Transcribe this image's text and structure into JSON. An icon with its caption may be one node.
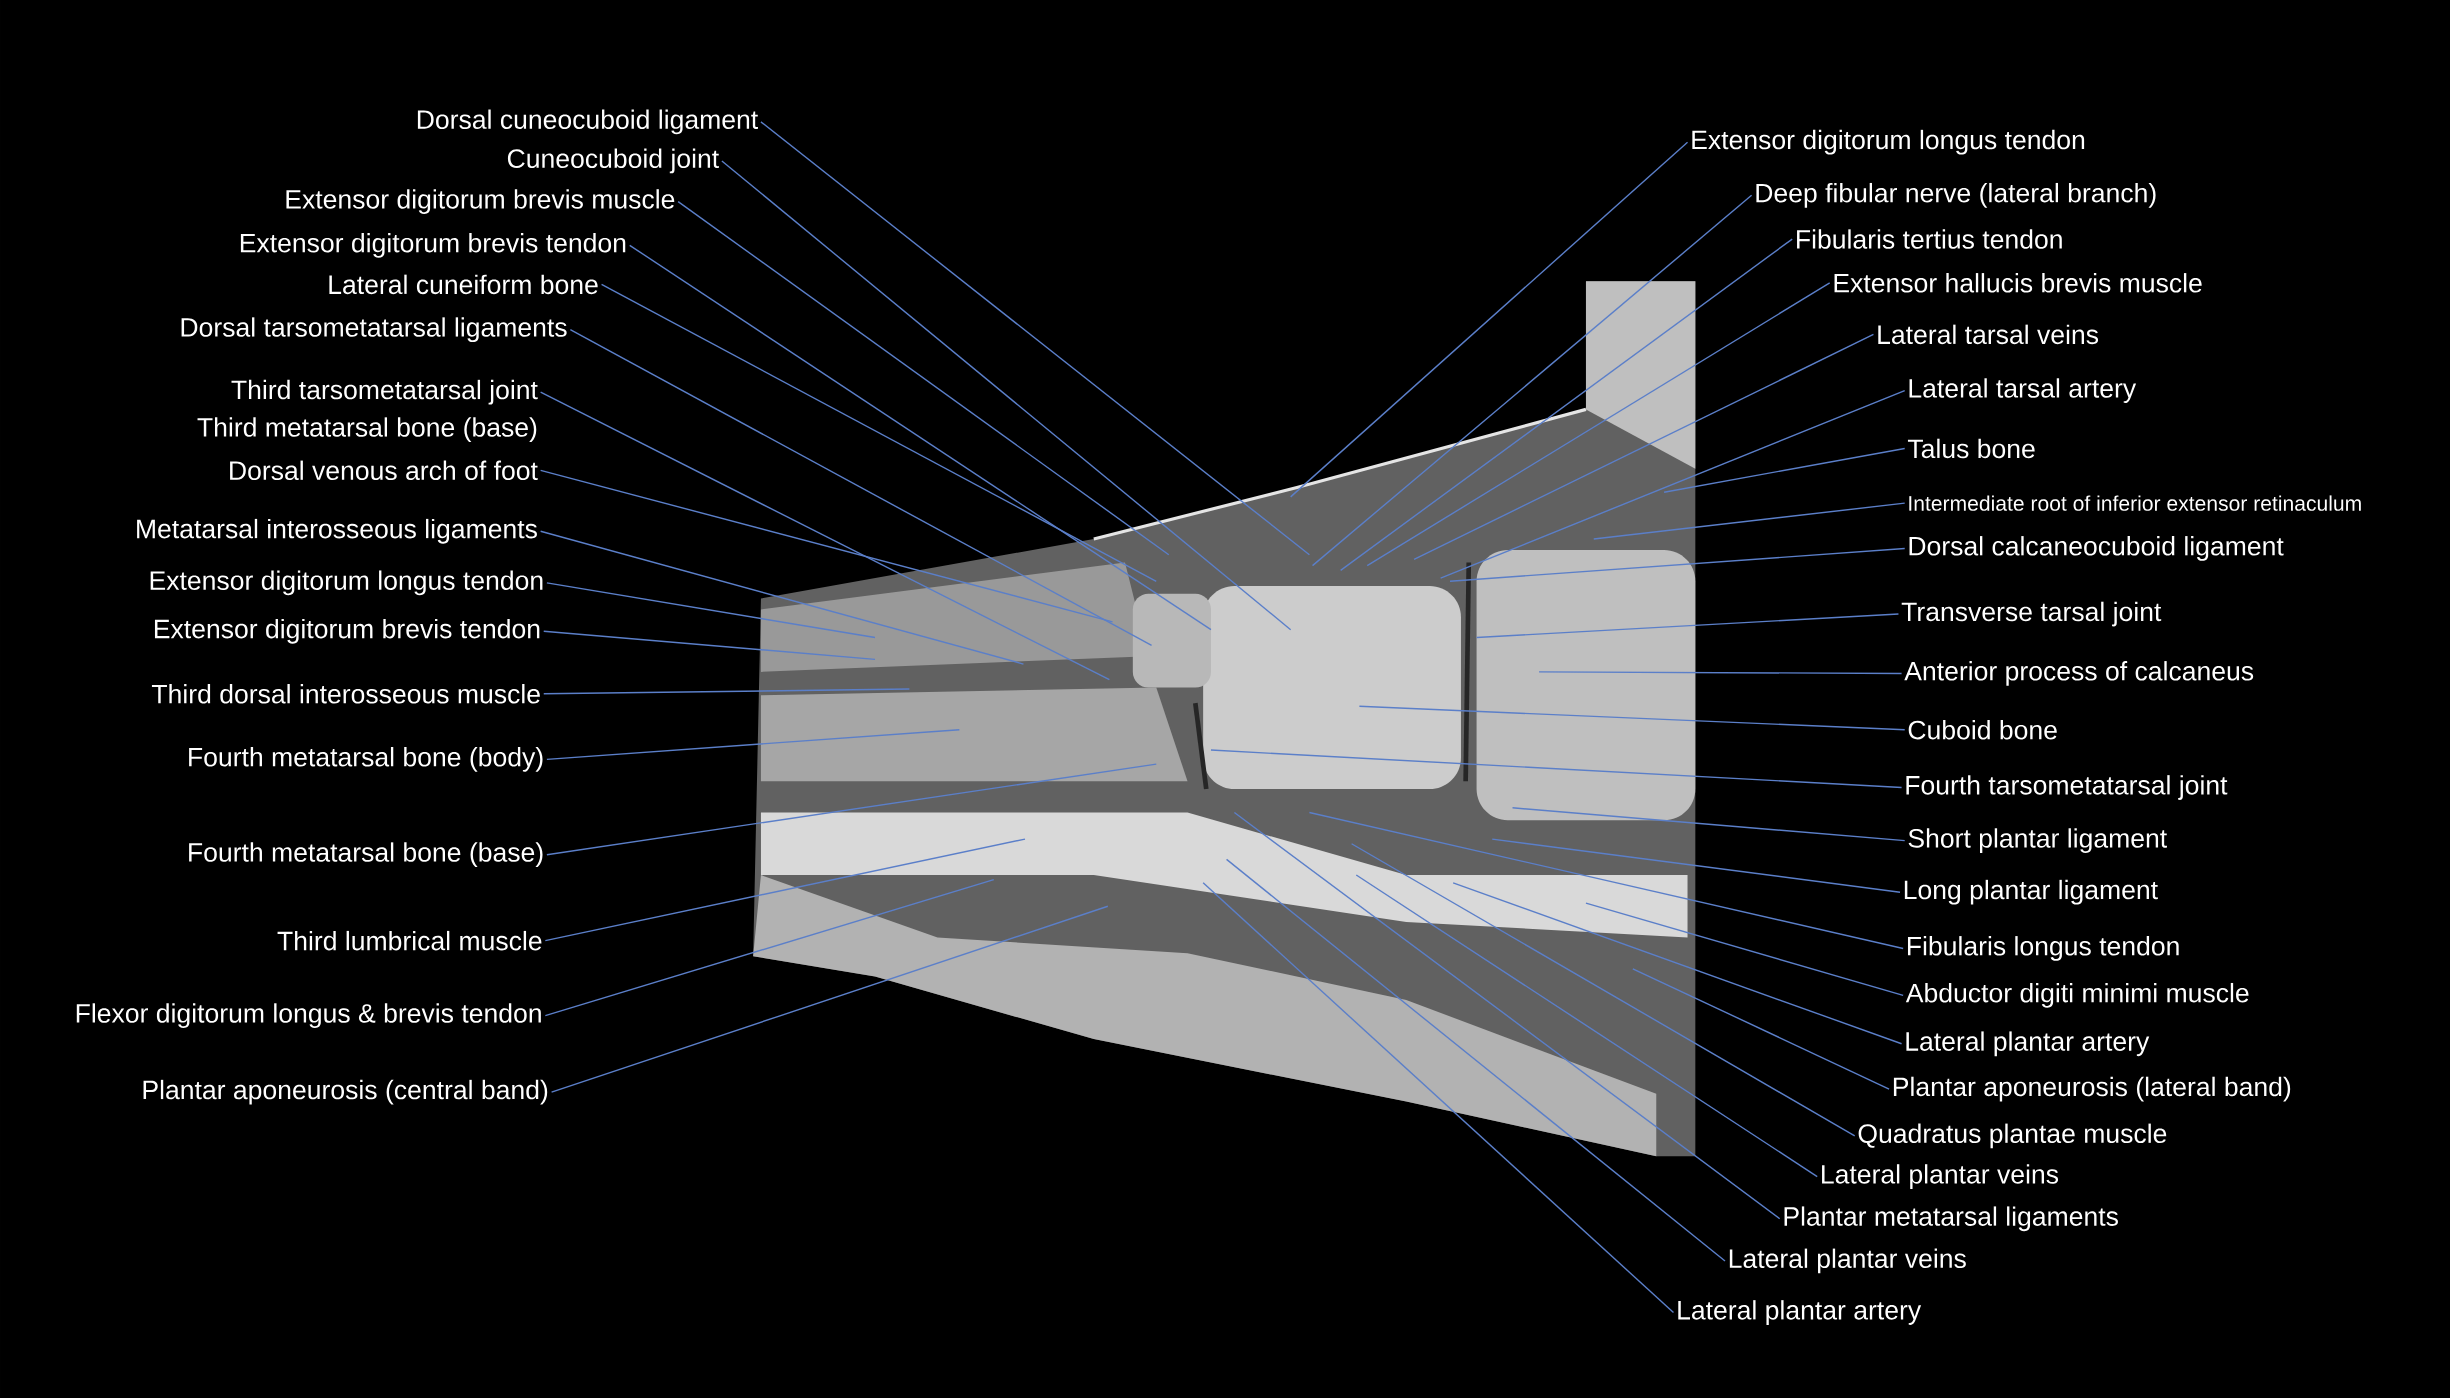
{
  "diagram": {
    "nodes": [
      {
        "text": [
          "Dorsal cuneocuboid ligament"
        ]
      },
      {
        "text": [
          "Cuneocuboid joint"
        ]
      },
      {
        "text": [
          "Extensor digitorum brevis muscle"
        ]
      },
      {
        "text": [
          "Extensor digitorum brevis tendon"
        ]
      },
      {
        "text": [
          "Lateral cuneiform bone"
        ]
      },
      {
        "text": [
          "Dorsal tarsometatarsal ligaments"
        ]
      },
      {
        "text": [
          "Third tarsometatarsal joint"
        ]
      },
      {
        "text": [
          "Dorsal venous arch of foot"
        ]
      },
      {
        "text": [
          "Metatarsal interosseous ligaments"
        ]
      },
      {
        "text": [
          "Extensor digitorum longus tendon"
        ]
      },
      {
        "text": [
          "Extensor digitorum brevis tendon"
        ]
      },
      {
        "text": [
          "Third dorsal interosseous muscle"
        ]
      },
      {
        "text": [
          "Fourth metatarsal bone (body)"
        ]
      },
      {
        "text": [
          "Fourth metatarsal bone (base)"
        ]
      },
      {
        "text": [
          "Third lumbrical muscle"
        ]
      },
      {
        "text": [
          "Flexor digitorum longus & brevis tendon"
        ]
      },
      {
        "text": [
          "Plantar aponeurosis (central band)"
        ]
      },
      {
        "text": [
          "Extensor digitorum longus tendon"
        ]
      },
      {
        "text": [
          "Deep fibular nerve (lateral branch)"
        ]
      },
      {
        "text": [
          "Fibularis tertius tendon"
        ]
      },
      {
        "text": [
          "Extensor hallucis brevis muscle"
        ]
      },
      {
        "text": [
          "Lateral tarsal veins"
        ]
      },
      {
        "text": [
          "Lateral tarsal artery"
        ]
      },
      {
        "text": [
          "Talus bone"
        ]
      },
      {
        "text": [
          "Intermediate root of inferior extensor retinaculum"
        ]
      },
      {
        "text": [
          "Dorsal calcaneocuboid ligament"
        ]
      },
      {
        "text": [
          "Transverse tarsal joint"
        ]
      },
      {
        "text": [
          "Anterior process of calcaneus"
        ]
      },
      {
        "text": [
          "Cuboid bone"
        ]
      },
      {
        "text": [
          "Fourth tarsometatarsal joint"
        ]
      },
      {
        "text": [
          "Short plantar ligament"
        ]
      },
      {
        "text": [
          "Long plantar ligament"
        ]
      },
      {
        "text": [
          "Fibularis longus tendon"
        ]
      },
      {
        "text": [
          "Abductor digiti minimi muscle"
        ]
      },
      {
        "text": [
          "Lateral plantar artery"
        ]
      },
      {
        "text": [
          "Plantar aponeurosis (lateral band)"
        ]
      },
      {
        "text": [
          "Quadratus plantae muscle"
        ]
      },
      {
        "text": [
          "Lateral plantar veins"
        ]
      },
      {
        "text": [
          "Plantar metatarsal ligaments"
        ]
      },
      {
        "text": [
          "Lateral plantar veins"
        ]
      },
      {
        "text": [
          "Lateral plantar artery"
        ]
      }
    ],
    "edges": [
      {
        "from": 0,
        "to": null,
        "arrow": "none"
      },
      {
        "from": 1,
        "to": null,
        "arrow": "none"
      },
      {
        "from": 2,
        "to": null,
        "arrow": "none"
      },
      {
        "from": 3,
        "to": null,
        "arrow": "none"
      },
      {
        "from": 4,
        "to": null,
        "arrow": "none"
      },
      {
        "from": 5,
        "to": null,
        "arrow": "none"
      },
      {
        "from": 6,
        "to": null,
        "arrow": "none"
      },
      {
        "from": 7,
        "to": null,
        "arrow": "none"
      },
      {
        "from": 8,
        "to": null,
        "arrow": "none"
      },
      {
        "from": 9,
        "to": null,
        "arrow": "none"
      },
      {
        "from": 10,
        "to": null,
        "arrow": "none"
      },
      {
        "from": 11,
        "to": null,
        "arrow": "none"
      },
      {
        "from": 12,
        "to": null,
        "arrow": "none"
      },
      {
        "from": 13,
        "to": null,
        "arrow": "none"
      },
      {
        "from": 14,
        "to": null,
        "arrow": "none"
      },
      {
        "from": 15,
        "to": null,
        "arrow": "none"
      },
      {
        "from": 16,
        "to": null,
        "arrow": "none"
      },
      {
        "from": 17,
        "to": null,
        "arrow": "none"
      },
      {
        "from": 18,
        "to": null,
        "arrow": "none"
      },
      {
        "from": 19,
        "to": null,
        "arrow": "none"
      },
      {
        "from": 20,
        "to": null,
        "arrow": "none"
      },
      {
        "from": 21,
        "to": null,
        "arrow": "none"
      },
      {
        "from": 22,
        "to": null,
        "arrow": "none"
      },
      {
        "from": 23,
        "to": null,
        "arrow": "none"
      },
      {
        "from": 24,
        "to": null,
        "arrow": "none"
      },
      {
        "from": 25,
        "to": null,
        "arrow": "none"
      },
      {
        "from": 26,
        "to": null,
        "arrow": "none"
      },
      {
        "from": 27,
        "to": null,
        "arrow": "none"
      },
      {
        "from": 28,
        "to": null,
        "arrow": "none"
      },
      {
        "from": 29,
        "to": null,
        "arrow": "none"
      },
      {
        "from": 30,
        "to": null,
        "arrow": "none"
      },
      {
        "from": 31,
        "to": null,
        "arrow": "none"
      },
      {
        "from": 32,
        "to": null,
        "arrow": "none"
      },
      {
        "from": 33,
        "to": null,
        "arrow": "none"
      },
      {
        "from": 34,
        "to": null,
        "arrow": "none"
      },
      {
        "from": 35,
        "to": null,
        "arrow": "none"
      },
      {
        "from": 36,
        "to": null,
        "arrow": "none"
      },
      {
        "from": 37,
        "to": null,
        "arrow": "none"
      },
      {
        "from": 38,
        "to": null,
        "arrow": "none"
      },
      {
        "from": 39,
        "to": null,
        "arrow": "none"
      },
      {
        "from": 40,
        "to": null,
        "arrow": "none"
      }
    ],
    "labels": [
      "Third metatarsal bone (base)"
    ]
  }
}
